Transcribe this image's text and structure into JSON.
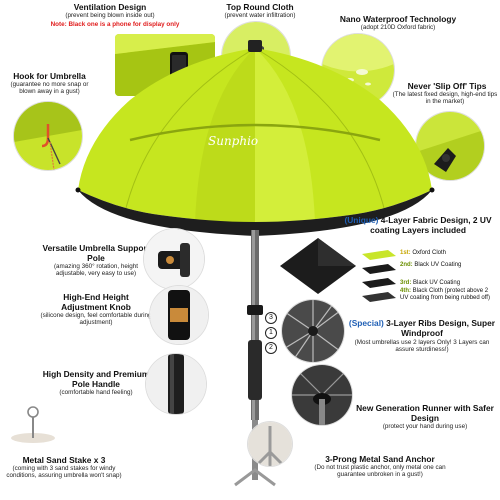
{
  "ventilation": {
    "title": "Ventilation Design",
    "sub": "(prevent being blown inside out)",
    "note": "Note: Black one is a phone for display only"
  },
  "top_cloth": {
    "title": "Top Round Cloth",
    "sub": "(prevent water infiltration)"
  },
  "nano": {
    "title": "Nano Waterproof Technology",
    "sub": "(adopt 210D Oxford fabric)"
  },
  "hook": {
    "title": "Hook for Umbrella",
    "sub": "(guarantee no more snap or blown away in a gust)"
  },
  "slip": {
    "title": "Never 'Slip Off' Tips",
    "sub": "(The latest fixed design, high-end tips in the market)"
  },
  "brand": "Sunphio",
  "fabric": {
    "title_prefix": "(Unique)",
    "title": "4-Layer Fabric Design, 2 UV coating Layers included",
    "layers": [
      {
        "n": "1st:",
        "text": "Oxford Cloth"
      },
      {
        "n": "2nd:",
        "text": "Black UV Coating"
      },
      {
        "n": "3rd:",
        "text": "Black UV Coating"
      },
      {
        "n": "4th:",
        "text": "Black Cloth (protect above 2 UV coating from being rubbed off)"
      }
    ]
  },
  "pole": {
    "title": "Versatile Umbrella Support Pole",
    "sub": "(amazing 360° rotation, height adjustable, very easy to use)"
  },
  "ribs": {
    "number": "3",
    "title_prefix": "(Special)",
    "title": "3-Layer Ribs Design, Super Windproof",
    "sub": "(Most umbrellas use 2 layers Only! 3 Layers can assure sturdiness!)"
  },
  "markers": [
    "1",
    "2"
  ],
  "knob": {
    "title": "High-End Height Adjustment Knob",
    "sub": "(silicone design, feel comfortable during adjustment)"
  },
  "handle": {
    "title": "High Density and Premium Pole Handle",
    "sub": "(comfortable hand feeling)"
  },
  "runner": {
    "title": "New Generation Runner with Safer Design",
    "sub": "(protect your hand during use)"
  },
  "stake": {
    "title": "Metal Sand Stake x 3",
    "sub": "(coming with 3 sand stakes for windy conditions, assuring umbrella won't snap)"
  },
  "anchor": {
    "title": "3-Prong Metal Sand Anchor",
    "sub": "(Do not trust plastic anchor, only metal one can guarantee unbroken in a gust!)"
  },
  "colors": {
    "canopy": "#c6e61f",
    "canopy_dark": "#9fbf12",
    "accent_red": "#e01b1b"
  }
}
